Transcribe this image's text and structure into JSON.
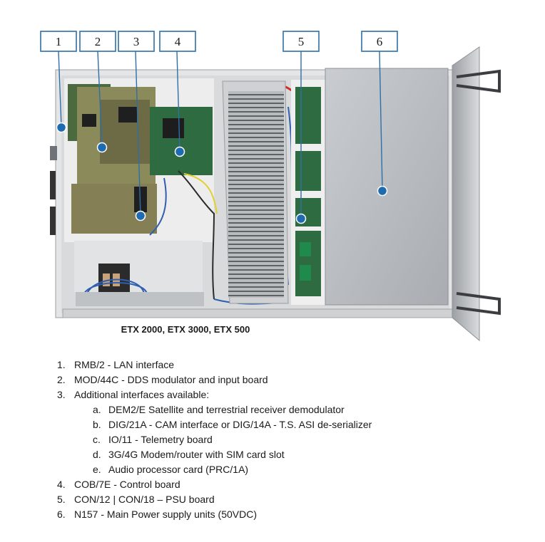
{
  "callouts": [
    "1",
    "2",
    "3",
    "4",
    "5",
    "6"
  ],
  "caption": "ETX 2000, ETX 3000, ETX 500",
  "items": [
    {
      "num": "1.",
      "text": "RMB/2 - LAN interface"
    },
    {
      "num": "2.",
      "text": "MOD/44C - DDS modulator and input board"
    },
    {
      "num": "3.",
      "text": "Additional interfaces available:",
      "sub": [
        {
          "num": "a.",
          "text": "DEM2/E Satellite and terrestrial receiver demodulator"
        },
        {
          "num": "b.",
          "text": "DIG/21A - CAM interface or DIG/14A - T.S. ASI de-serializer"
        },
        {
          "num": "c.",
          "text": "IO/11 - Telemetry board"
        },
        {
          "num": "d.",
          "text": "3G/4G Modem/router with SIM card slot"
        },
        {
          "num": "e.",
          "text": "Audio processor card (PRC/1A)"
        }
      ]
    },
    {
      "num": "4.",
      "text": "COB/7E - Control board"
    },
    {
      "num": "5.",
      "text": "CON/12 | CON/18 – PSU board"
    },
    {
      "num": "6.",
      "text": "N157 - Main Power supply units (50VDC)"
    }
  ],
  "colors": {
    "callout": "#2f6fa7",
    "marker": "#1e6bb0"
  }
}
